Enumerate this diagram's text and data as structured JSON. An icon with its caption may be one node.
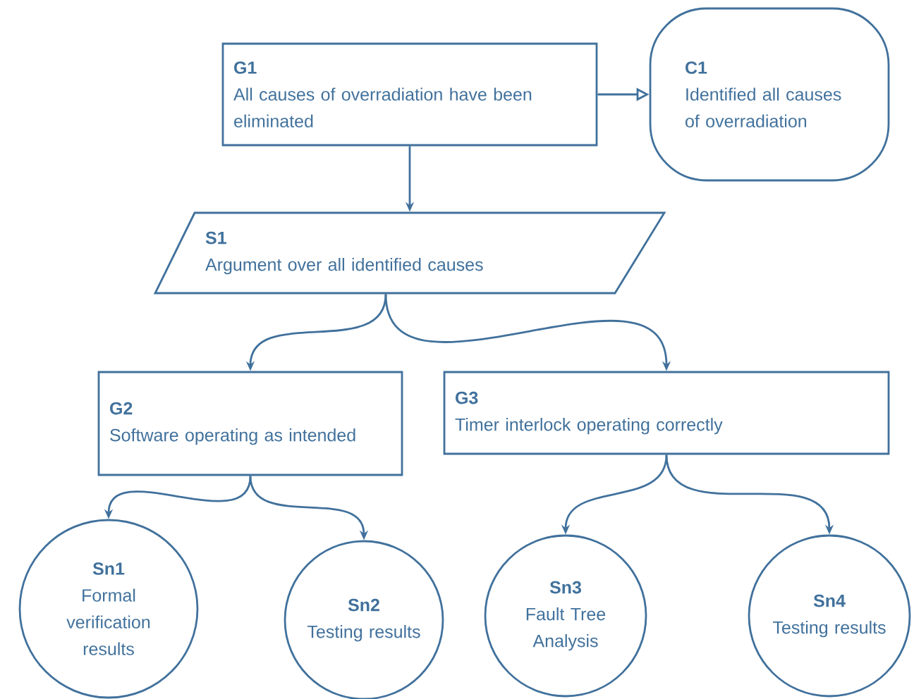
{
  "diagram": {
    "nodes": [
      {
        "text": [
          "G1",
          "All causes of overradiation have been eliminated"
        ]
      },
      {
        "text": [
          "C1",
          "Identified all causes of overradiation"
        ]
      },
      {
        "text": [
          "S1",
          "Argument over all identified causes"
        ]
      },
      {
        "text": [
          "G2",
          "Software operating as intended"
        ]
      },
      {
        "text": [
          "G3",
          "Timer interlock operating correctly"
        ]
      },
      {
        "text": [
          "Sn1",
          "Formal verification results"
        ]
      },
      {
        "text": [
          "Sn2",
          "Testing results"
        ]
      },
      {
        "text": [
          "Sn3",
          "Fault Tree Analysis"
        ]
      },
      {
        "text": [
          "Sn4",
          "Testing results"
        ]
      }
    ],
    "edges": [
      {
        "from": 0,
        "to": 1,
        "arrow": "to"
      },
      {
        "from": 0,
        "to": 2,
        "arrow": "to"
      },
      {
        "from": 2,
        "to": 3,
        "arrow": "to"
      },
      {
        "from": 2,
        "to": 4,
        "arrow": "to"
      },
      {
        "from": 3,
        "to": 5,
        "arrow": "to"
      },
      {
        "from": 3,
        "to": 6,
        "arrow": "to"
      },
      {
        "from": 4,
        "to": 7,
        "arrow": "to"
      },
      {
        "from": 4,
        "to": 8,
        "arrow": "to"
      }
    ]
  }
}
